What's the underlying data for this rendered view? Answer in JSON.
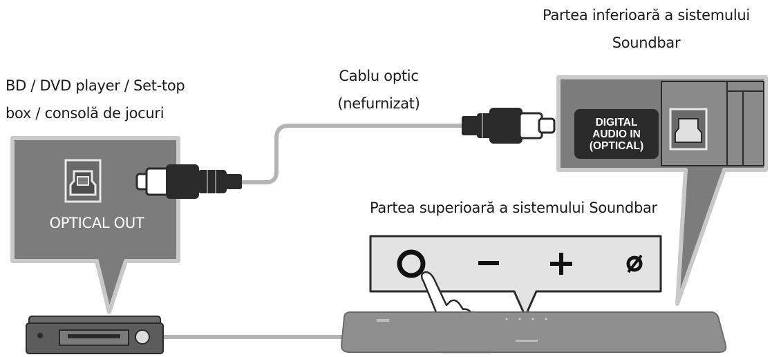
{
  "labels": {
    "source_device_line1": "BD / DVD player / Set-top",
    "source_device_line2": "box / consolă de jocuri",
    "cable_line1": "Cablu optic",
    "cable_line2": "(nefurnizat)",
    "soundbar_bottom_line1": "Partea inferioară a sistemului",
    "soundbar_bottom_line2": "Soundbar",
    "soundbar_top": "Partea superioară a sistemului Soundbar"
  },
  "ports": {
    "optical_out": "OPTICAL OUT",
    "digital_in_line1": "DIGITAL",
    "digital_in_line2": "AUDIO IN",
    "digital_in_line3": "(OPTICAL)"
  },
  "top_panel_buttons": [
    {
      "name": "power-button-icon",
      "glyph": "○"
    },
    {
      "name": "volume-down-icon",
      "glyph": "−"
    },
    {
      "name": "volume-up-icon",
      "glyph": "+"
    },
    {
      "name": "microphone-mute-icon",
      "glyph": "ø"
    }
  ],
  "colors": {
    "panel_fill": "#7c7c7c",
    "panel_border": "#c9c9c9",
    "device_fill": "#5c5c5c",
    "cable_gray": "#b4b4b4",
    "dark": "#2a2a2a"
  }
}
